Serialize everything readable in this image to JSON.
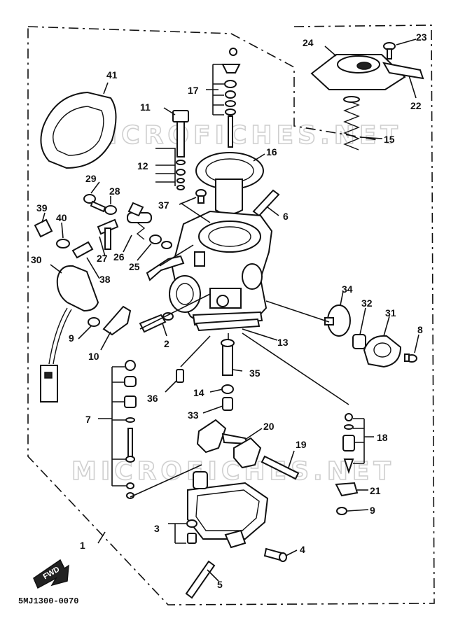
{
  "diagram": {
    "code": "5MJ1300-0070",
    "fwd_label": "FWD",
    "watermark": "MICROFICHES.NET",
    "callouts": {
      "c1": "1",
      "c2": "2",
      "c3": "3",
      "c4": "4",
      "c5": "5",
      "c6": "6",
      "c7": "7",
      "c8": "8",
      "c9a": "9",
      "c9b": "9",
      "c10": "10",
      "c11": "11",
      "c12": "12",
      "c13": "13",
      "c14": "14",
      "c15": "15",
      "c16": "16",
      "c17": "17",
      "c18": "18",
      "c19": "19",
      "c20": "20",
      "c21": "21",
      "c22": "22",
      "c23": "23",
      "c24": "24",
      "c25": "25",
      "c26": "26",
      "c27": "27",
      "c28": "28",
      "c29": "29",
      "c30": "30",
      "c31": "31",
      "c32": "32",
      "c33": "33",
      "c34": "34",
      "c35": "35",
      "c36": "36",
      "c37": "37",
      "c38": "38",
      "c39": "39",
      "c40": "40",
      "c41": "41"
    }
  }
}
